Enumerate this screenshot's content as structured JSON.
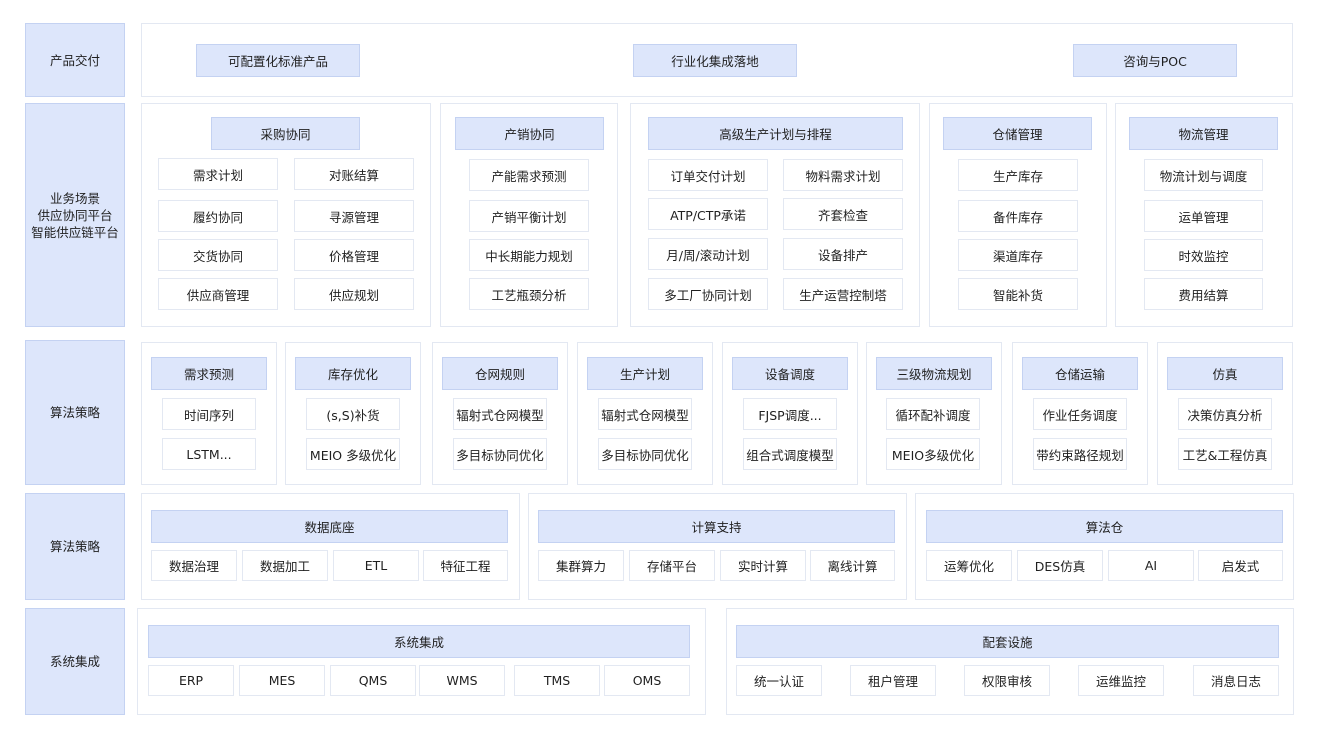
{
  "rows": [
    {
      "label": "产品交付"
    },
    {
      "label": "业务场景\n供应协同平台\n智能供应链平台"
    },
    {
      "label": "算法策略"
    },
    {
      "label": "算法策略"
    },
    {
      "label": "系统集成"
    }
  ],
  "delivery": {
    "items": [
      "可配置化标准产品",
      "行业化集成落地",
      "咨询与POC"
    ]
  },
  "business": {
    "procurement": {
      "title": "采购协同",
      "items": [
        "需求计划",
        "对账结算",
        "履约协同",
        "寻源管理",
        "交货协同",
        "价格管理",
        "供应商管理",
        "供应规划"
      ]
    },
    "sales": {
      "title": "产销协同",
      "items": [
        "产能需求预测",
        "产销平衡计划",
        "中长期能力规划",
        "工艺瓶颈分析"
      ]
    },
    "aps": {
      "title": "高级生产计划与排程",
      "items": [
        "订单交付计划",
        "物料需求计划",
        "ATP/CTP承诺",
        "齐套检查",
        "月/周/滚动计划",
        "设备排产",
        "多工厂协同计划",
        "生产运营控制塔"
      ]
    },
    "warehouse": {
      "title": "仓储管理",
      "items": [
        "生产库存",
        "备件库存",
        "渠道库存",
        "智能补货"
      ]
    },
    "logistics": {
      "title": "物流管理",
      "items": [
        "物流计划与调度",
        "运单管理",
        "时效监控",
        "费用结算"
      ]
    }
  },
  "algorithms": [
    {
      "title": "需求预测",
      "items": [
        "时间序列",
        "LSTM..."
      ]
    },
    {
      "title": "库存优化",
      "items": [
        "(s,S)补货",
        "MEIO 多级优化"
      ]
    },
    {
      "title": "仓网规则",
      "items": [
        "辐射式仓网模型",
        "多目标协同优化"
      ]
    },
    {
      "title": "生产计划",
      "items": [
        "辐射式仓网模型",
        "多目标协同优化"
      ]
    },
    {
      "title": "设备调度",
      "items": [
        "FJSP调度...",
        "组合式调度模型"
      ]
    },
    {
      "title": "三级物流规划",
      "items": [
        "循环配补调度",
        "MEIO多级优化"
      ]
    },
    {
      "title": "仓储运输",
      "items": [
        "作业任务调度",
        "带约束路径规划"
      ]
    },
    {
      "title": "仿真",
      "items": [
        "决策仿真分析",
        "工艺&工程仿真"
      ]
    }
  ],
  "platform": [
    {
      "title": "数据底座",
      "items": [
        "数据治理",
        "数据加工",
        "ETL",
        "特征工程"
      ]
    },
    {
      "title": "计算支持",
      "items": [
        "集群算力",
        "存储平台",
        "实时计算",
        "离线计算"
      ]
    },
    {
      "title": "算法仓",
      "items": [
        "运筹优化",
        "DES仿真",
        "AI",
        "启发式"
      ]
    }
  ],
  "integration": [
    {
      "title": "系统集成",
      "items": [
        "ERP",
        "MES",
        "QMS",
        "WMS",
        "TMS",
        "OMS"
      ]
    },
    {
      "title": "配套设施",
      "items": [
        "统一认证",
        "租户管理",
        "权限审核",
        "运维监控",
        "消息日志"
      ]
    }
  ]
}
